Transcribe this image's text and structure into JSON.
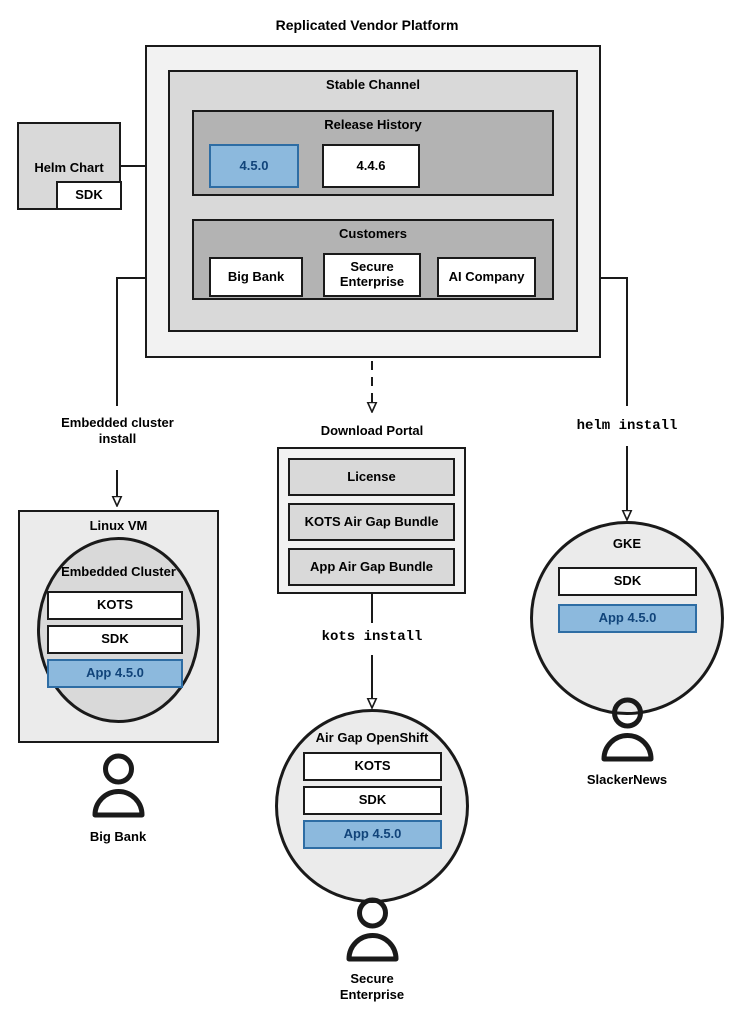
{
  "title": "Replicated Vendor Platform",
  "platform": {
    "channel": {
      "label": "Stable Channel",
      "release_history": {
        "label": "Release History",
        "releases": [
          {
            "version": "4.5.0",
            "state": "current",
            "color": "#8cb9dd"
          },
          {
            "version": "4.4.6",
            "state": "previous",
            "color": "#ffffff"
          }
        ]
      },
      "customers": {
        "label": "Customers",
        "entries": [
          {
            "name": "Big Bank"
          },
          {
            "name": "Secure Enterprise"
          },
          {
            "name": "AI Company"
          }
        ]
      }
    }
  },
  "source": {
    "label": "Helm Chart",
    "sdk_label": "SDK"
  },
  "flows": {
    "embedded": "Embedded cluster install",
    "embedded_line1": "Embedded cluster",
    "embedded_line2": "install",
    "kots": "kots install",
    "helm": "helm install"
  },
  "download_portal": {
    "label": "Download Portal",
    "artifacts": [
      {
        "name": "License"
      },
      {
        "name": "KOTS Air Gap Bundle"
      },
      {
        "name": "App Air Gap Bundle"
      }
    ]
  },
  "deployments": [
    {
      "env": "Linux VM",
      "inner_env": "Embedded Cluster",
      "components": [
        {
          "name": "KOTS",
          "kind": "white"
        },
        {
          "name": "SDK",
          "kind": "white"
        },
        {
          "name": "App 4.5.0",
          "kind": "blue"
        }
      ],
      "customer": "Big Bank"
    },
    {
      "env": "Air Gap OpenShift",
      "components": [
        {
          "name": "KOTS",
          "kind": "white"
        },
        {
          "name": "SDK",
          "kind": "white"
        },
        {
          "name": "App 4.5.0",
          "kind": "blue"
        }
      ],
      "customer_line1": "Secure",
      "customer_line2": "Enterprise"
    },
    {
      "env": "GKE",
      "components": [
        {
          "name": "SDK",
          "kind": "white"
        },
        {
          "name": "App 4.5.0",
          "kind": "blue"
        }
      ],
      "customer": "SlackerNews"
    }
  ],
  "colors": {
    "accent_blue_fill": "#8cb9dd",
    "accent_blue_stroke": "#2e6da4",
    "accent_blue_text": "#11447a",
    "stroke": "#1a1a1a",
    "frame_outer": "#f2f2f2",
    "frame_mid": "#d9d9d9",
    "frame_inner": "#b3b3b3"
  }
}
